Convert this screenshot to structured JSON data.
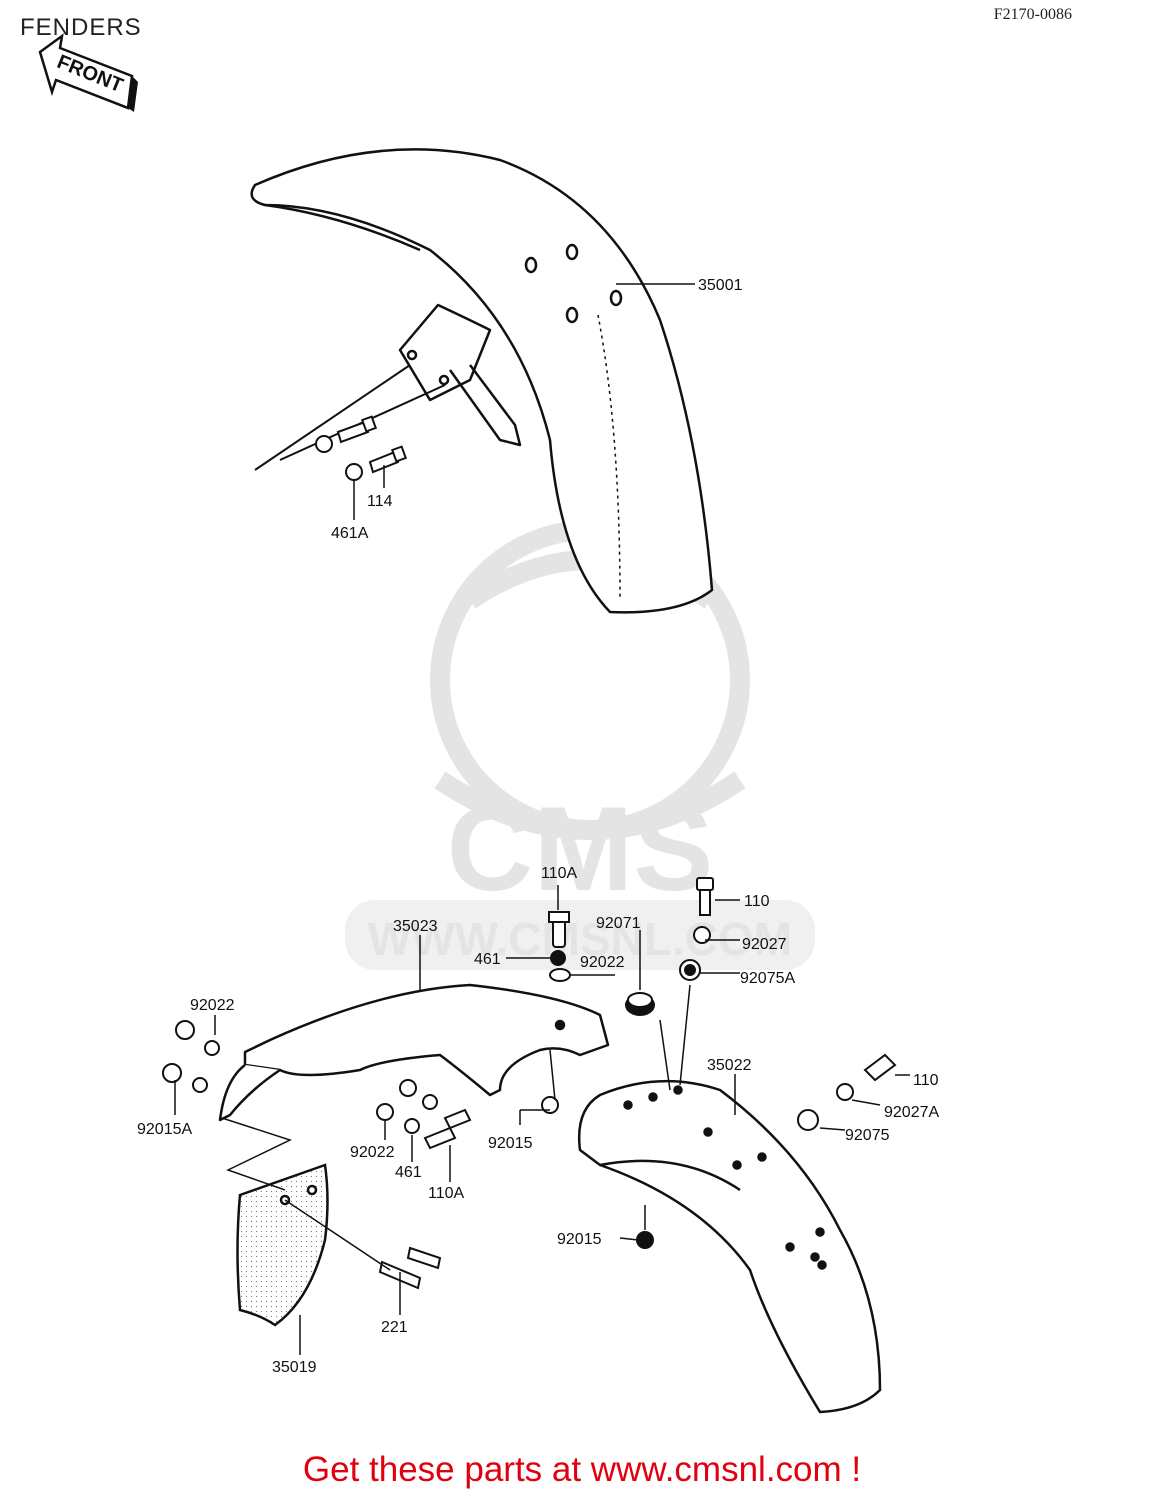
{
  "header": {
    "title": "FENDERS",
    "diagram_code": "F2170-0086",
    "front_label": "FRONT"
  },
  "watermark": {
    "text": "CMS",
    "url": "WWW.CMSNL.COM"
  },
  "callouts": [
    {
      "label": "35001"
    },
    {
      "label": "114"
    },
    {
      "label": "461A"
    },
    {
      "label": "110A"
    },
    {
      "label": "110"
    },
    {
      "label": "35023"
    },
    {
      "label": "92071"
    },
    {
      "label": "92027"
    },
    {
      "label": "461"
    },
    {
      "label": "92022"
    },
    {
      "label": "92075A"
    },
    {
      "label": "92022"
    },
    {
      "label": "35022"
    },
    {
      "label": "110"
    },
    {
      "label": "92015A"
    },
    {
      "label": "92027A"
    },
    {
      "label": "92015"
    },
    {
      "label": "92075"
    },
    {
      "label": "92022"
    },
    {
      "label": "461"
    },
    {
      "label": "110A"
    },
    {
      "label": "92015"
    },
    {
      "label": "221"
    },
    {
      "label": "35019"
    }
  ],
  "footer": {
    "cta": "Get these parts at www.cmsnl.com !"
  },
  "colors": {
    "cta": "#e0000f",
    "line": "#111111",
    "watermark": "#e4e4e4"
  }
}
